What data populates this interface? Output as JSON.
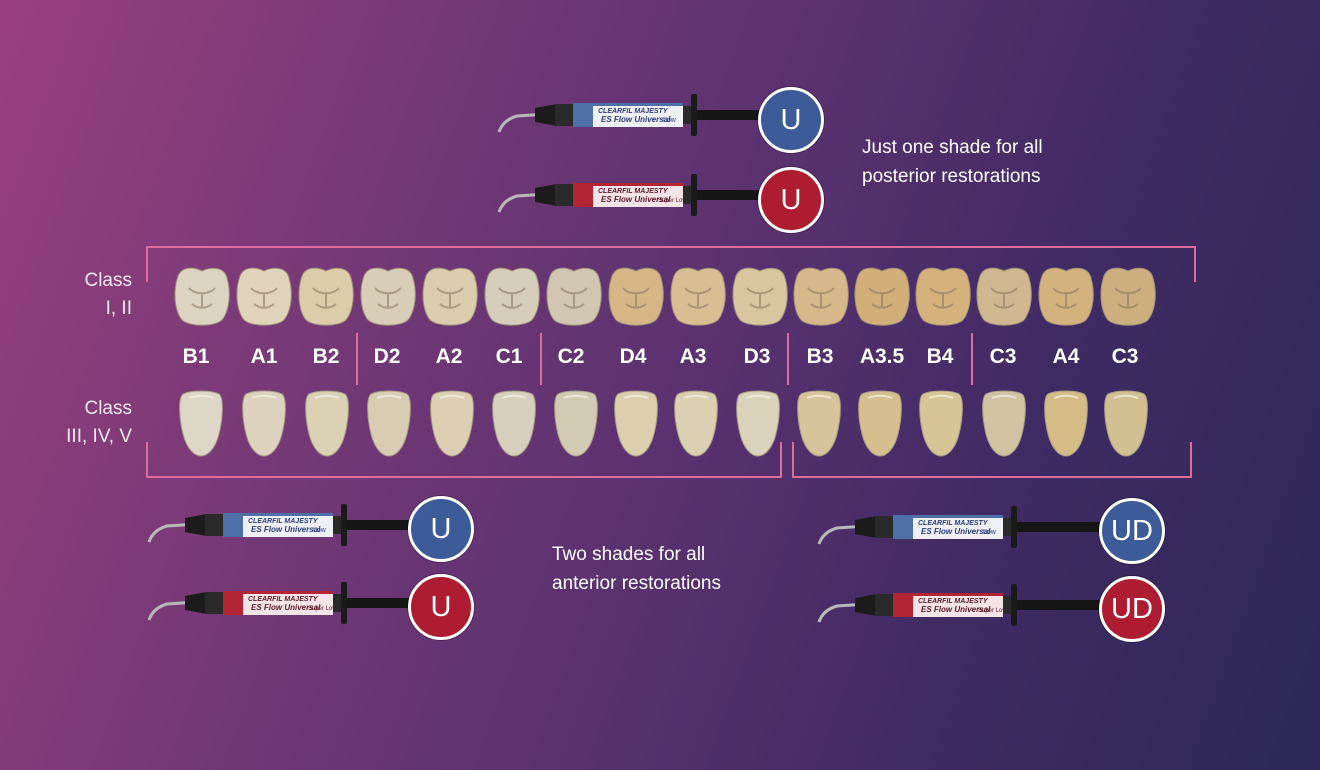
{
  "top_note": {
    "line1": "Just one shade for all",
    "line2": "posterior restorations"
  },
  "bottom_note": {
    "line1": "Two shades for all",
    "line2": "anterior restorations"
  },
  "class_labels": {
    "posterior": {
      "line1": "Class",
      "line2": "I, II"
    },
    "anterior": {
      "line1": "Class",
      "line2": "III, IV, V"
    }
  },
  "shades": [
    "B1",
    "A1",
    "B2",
    "D2",
    "A2",
    "C1",
    "C2",
    "D4",
    "A3",
    "D3",
    "B3",
    "A3.5",
    "B4",
    "C3",
    "A4",
    "C3"
  ],
  "badges": {
    "top_low": "U",
    "top_super_low": "U",
    "left_low": "U",
    "left_super_low": "U",
    "right_low": "UD",
    "right_super_low": "UD"
  },
  "syringe_labels": {
    "brand": "CLEARFIL MAJESTY",
    "product": "ES Flow Universal",
    "low": "Low",
    "super_low": "Super Low",
    "cap_u": "U",
    "cap_ud": "UD"
  },
  "colors": {
    "background_left": "#9a3f7e",
    "background_right": "#2c2858",
    "accent_line": "#e06c9a",
    "badge_blue": "#3e5b99",
    "badge_red": "#ad1c30"
  }
}
